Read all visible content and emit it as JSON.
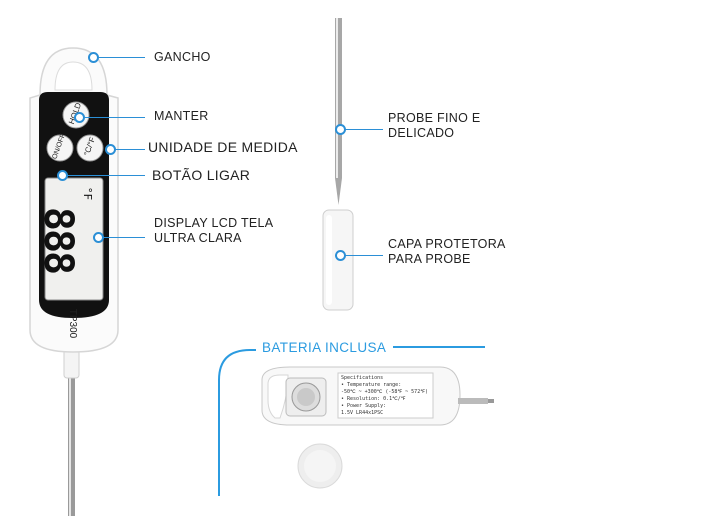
{
  "labels": {
    "gancho": "GANCHO",
    "manter": "MANTER",
    "unidade": "UNIDADE DE MEDIDA",
    "botao_ligar": "BOTÃO LIGAR",
    "display_l1": "DISPLAY LCD TELA",
    "display_l2": "ULTRA CLARA",
    "probe_l1": "PROBE FINO E",
    "probe_l2": "DELICADO",
    "capa_l1": "CAPA PROTETORA",
    "capa_l2": "PARA PROBE",
    "bateria": "BATERIA INCLUSA"
  },
  "device": {
    "model": "TP300",
    "hold_button": "HOLD",
    "onoff_button": "ON/OFF",
    "unit_button": "°C/°F",
    "lcd_digits": "888",
    "lcd_unit": "°F"
  },
  "spec_label": {
    "title": "Specifications",
    "l1": "• Temperature range:",
    "l2": "-50℃ ~ +300℃  (-58℉ ~ 572℉)",
    "l3": "• Resolution: 0.1℃/℉",
    "l4": "• Power Supply:",
    "l5": "1.5V LR44x1PSC"
  },
  "colors": {
    "accent": "#2b8fd6",
    "device_body": "#ffffff",
    "device_face": "#111111",
    "lcd_bg": "#f2f2f2"
  }
}
